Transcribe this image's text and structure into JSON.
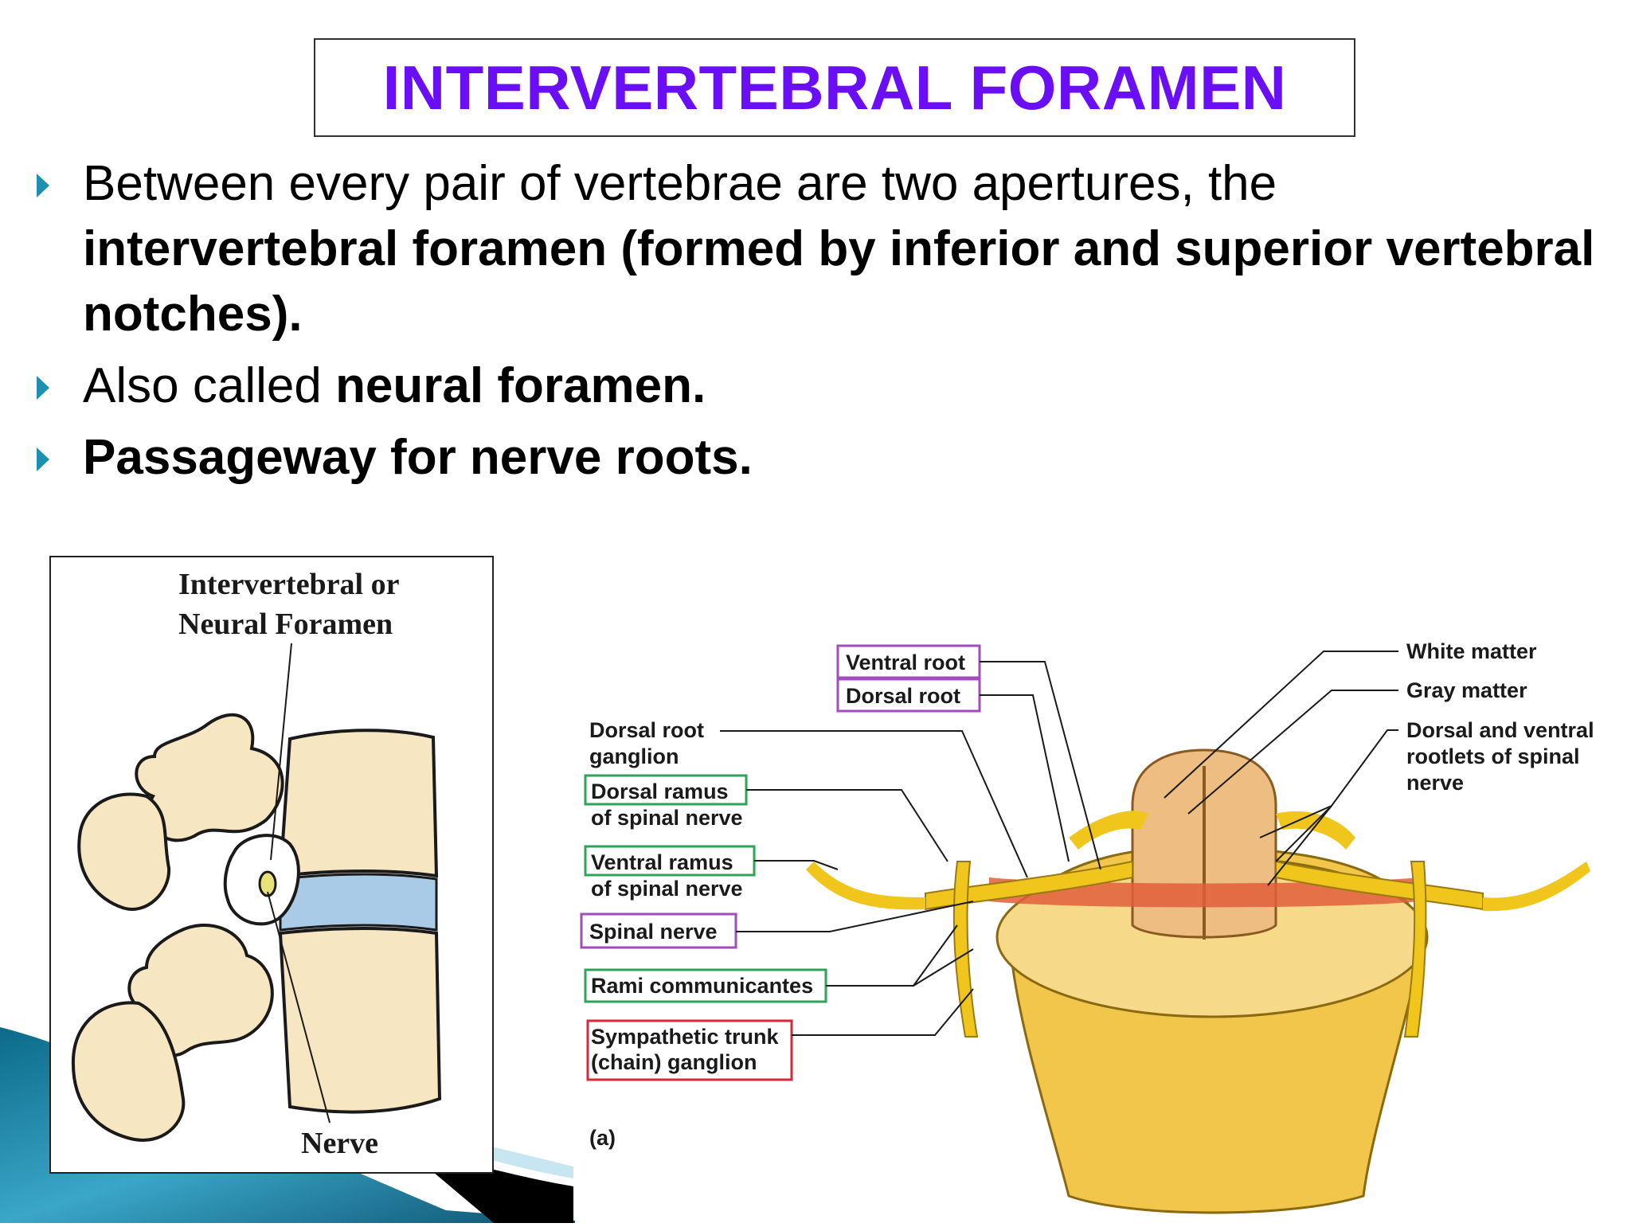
{
  "title": {
    "text": "INTERVERTEBRAL FORAMEN",
    "color": "#6a0ff5"
  },
  "bullets": [
    {
      "plain": "Between every pair of vertebrae are two apertures, the ",
      "bold": "intervertebral foramen (formed by inferior and superior vertebral notches)."
    },
    {
      "plain": "Also called ",
      "bold": "neural foramen."
    },
    {
      "plain": "",
      "bold": "Passageway for nerve roots."
    }
  ],
  "figure_left": {
    "label_top_1": "Intervertebral or",
    "label_top_2": "Neural Foramen",
    "label_bottom": "Nerve"
  },
  "figure_right": {
    "ventral_root": "Ventral root",
    "dorsal_root": "Dorsal root",
    "drg_1": "Dorsal root",
    "drg_2": "ganglion",
    "dorsal_ramus_1": "Dorsal ramus",
    "dorsal_ramus_2": "of spinal nerve",
    "ventral_ramus_1": "Ventral ramus",
    "ventral_ramus_2": "of spinal nerve",
    "spinal_nerve": "Spinal nerve",
    "rami": "Rami communicantes",
    "symp_1": "Sympathetic trunk",
    "symp_2": "(chain) ganglion",
    "panel": "(a)",
    "white_matter": "White matter",
    "gray_matter": "Gray matter",
    "rootlets_1": "Dorsal and ventral",
    "rootlets_2": "rootlets of spinal",
    "rootlets_3": "nerve"
  },
  "colors": {
    "bullet_marker": "#1f8fb0",
    "box_purple": "#a24bbf",
    "box_green": "#2fa35a",
    "box_red": "#d9283a",
    "bone": "#f7e6c2",
    "disc": "#a9cbe8",
    "nerve_yellow": "#f1c61c"
  }
}
